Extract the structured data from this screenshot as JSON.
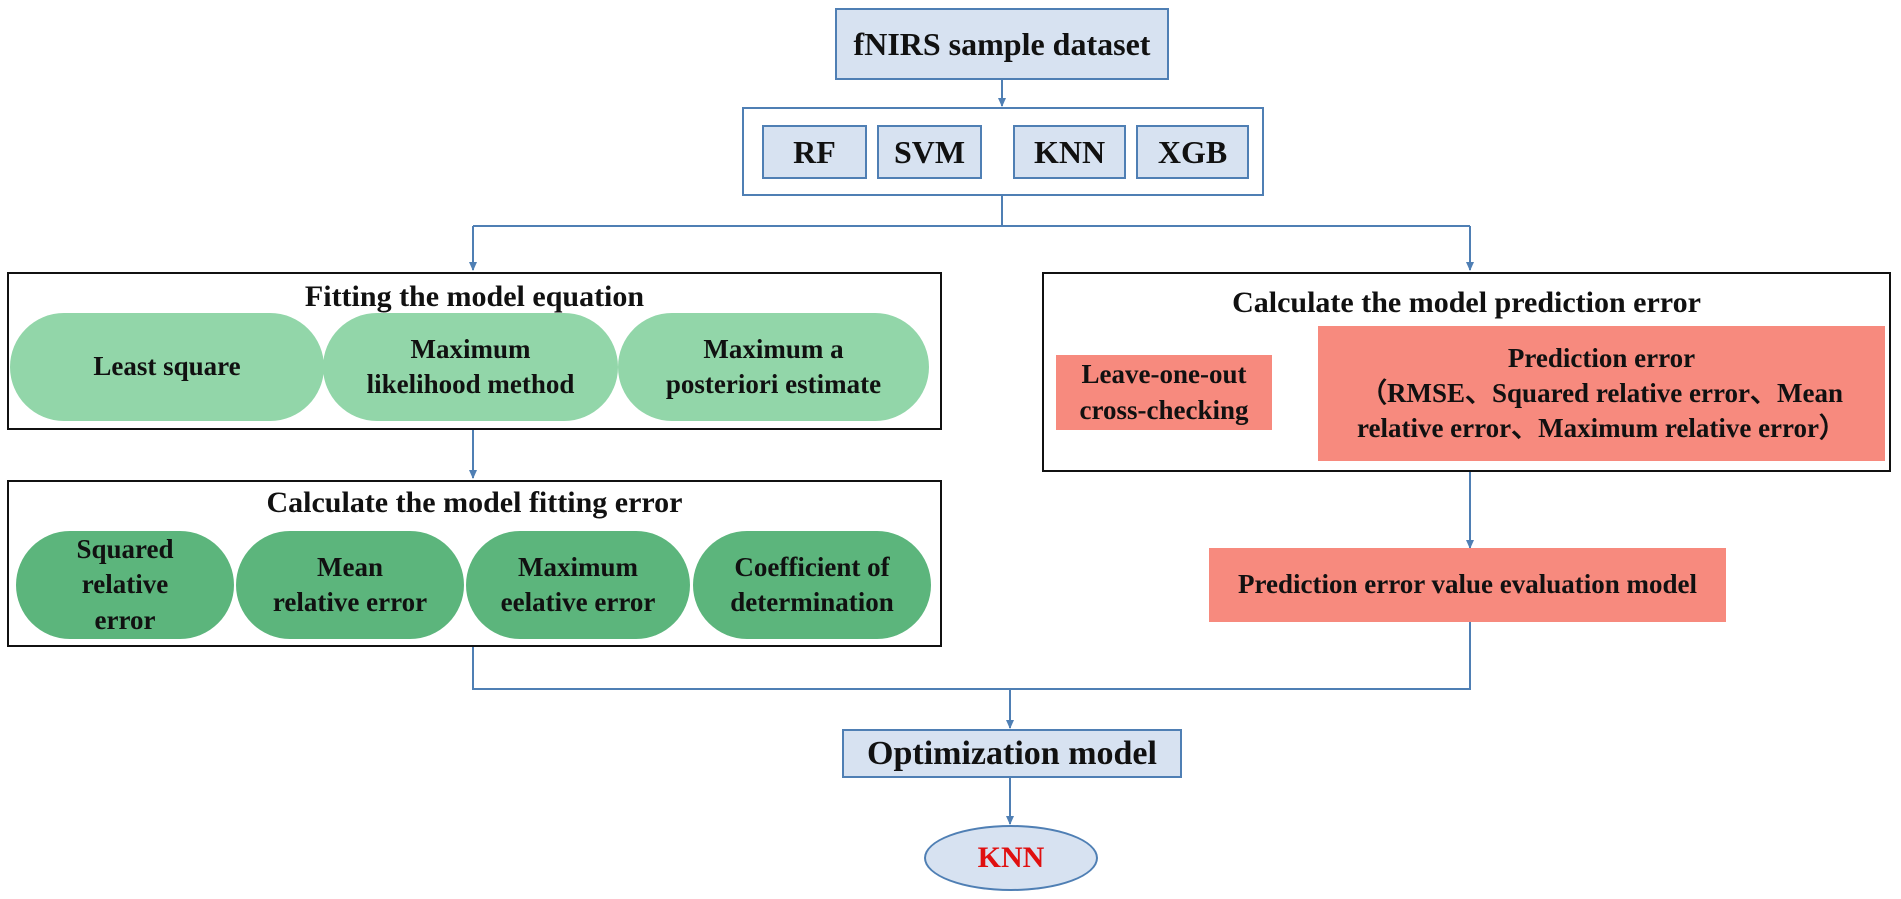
{
  "dataset_box": "fNIRS sample dataset",
  "models": [
    "RF",
    "SVM",
    "KNN",
    "XGB"
  ],
  "fitting": {
    "title": "Fitting the model equation",
    "methods": [
      {
        "line1": "Least square",
        "line2": ""
      },
      {
        "line1": "Maximum",
        "line2": "likelihood method"
      },
      {
        "line1": "Maximum a",
        "line2": "posteriori estimate"
      }
    ]
  },
  "fitting_error": {
    "title": "Calculate the model fitting error",
    "metrics": [
      {
        "line1": "Squared",
        "line2": "relative",
        "line3": "error"
      },
      {
        "line1": "Mean",
        "line2": "relative error",
        "line3": ""
      },
      {
        "line1": "Maximum",
        "line2": "eelative error",
        "line3": ""
      },
      {
        "line1": "Coefficient of",
        "line2": "determination",
        "line3": ""
      }
    ]
  },
  "prediction": {
    "title": "Calculate the model prediction error",
    "loo_line1": "Leave-one-out",
    "loo_line2": "cross-checking",
    "pe_title": "Prediction error",
    "pe_line1": "（RMSE、Squared relative error、Mean",
    "pe_line2": "relative error、Maximum relative error）"
  },
  "evaluation_box": "Prediction error value evaluation model",
  "optimization_box": "Optimization model",
  "result": "KNN",
  "colors": {
    "blue_fill": "#d7e2f1",
    "blue_border": "#4f7fb4",
    "connector": "#4f7fb4",
    "light_green": "#92d6a9",
    "dark_green": "#5cb57c",
    "salmon": "#f78a7e",
    "result_text": "#e01010"
  }
}
